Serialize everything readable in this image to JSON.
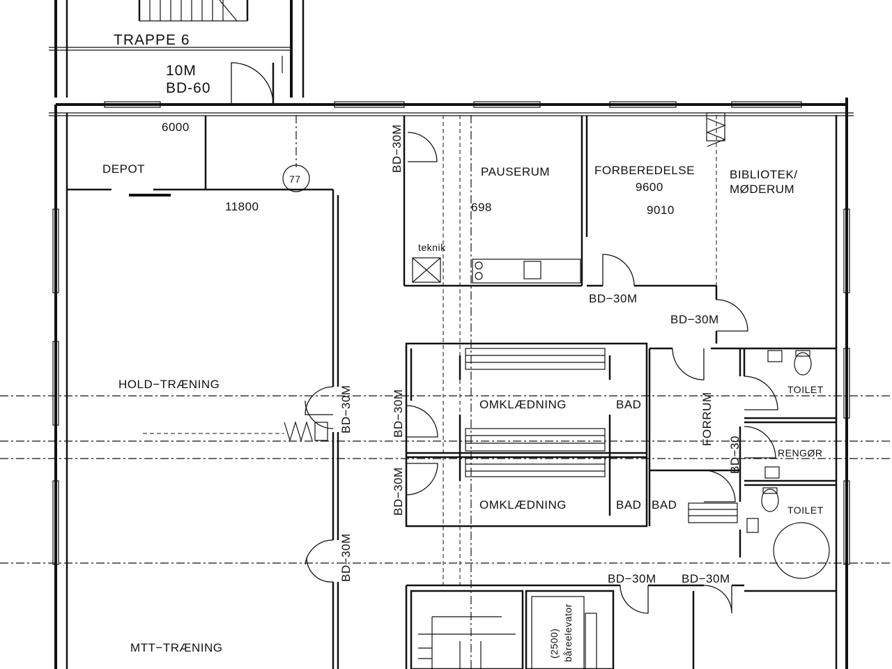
{
  "plan": {
    "stair_label": "TRAPPE 6",
    "stair_room_code": "10M",
    "stair_door": "BD-60",
    "dim_6000": "6000",
    "dim_11800": "11800",
    "axis_marker": "77",
    "rooms": {
      "depot": "DEPOT",
      "pauserum": "PAUSERUM",
      "pauserum_code": "698",
      "teknik": "teknik",
      "forberedelse": "FORBEREDELSE",
      "forberedelse_code1": "9600",
      "forberedelse_code2": "9010",
      "bibliotek": "BIBLIOTEK/",
      "moderum": "MØDERUM",
      "hold_traening": "HOLD−TRÆNING",
      "mtt_traening": "MTT−TRÆNING",
      "omklaedning_1": "OMKLÆDNING",
      "omklaedning_2": "OMKLÆDNING",
      "bad_1": "BAD",
      "bad_2": "BAD",
      "bad_3": "BAD",
      "forrum": "FORRUM",
      "toilet_1": "TOILET",
      "toilet_2": "TOILET",
      "rengor": "RENGØR",
      "elevator_dim": "(2500)",
      "elevator": "båreelevator"
    },
    "doors": {
      "d_bd30m_a": "BD−30M",
      "d_bd30m_b": "BD−30M",
      "d_bd30m_c": "BD−30M",
      "d_bd30m_d": "BD−30M",
      "d_bd30m_e": "BD−30M",
      "d_bd30m_f": "BD−30M",
      "d_bd30m_g": "BD−30M",
      "d_bd30m_h": "BD−30M",
      "d_bd30m_i": "BD−30M",
      "d_bd30": "BD−30"
    }
  }
}
